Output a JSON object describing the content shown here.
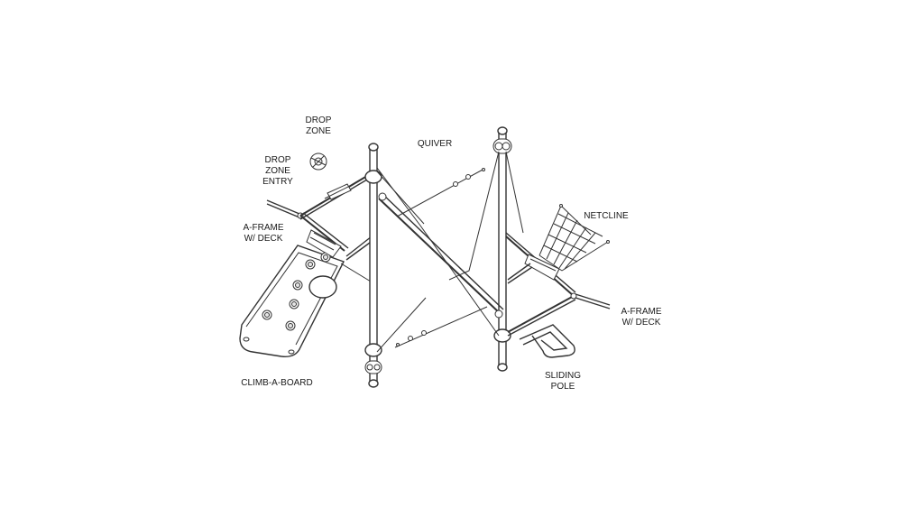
{
  "diagram": {
    "labels": {
      "drop_zone": [
        "DROP",
        "ZONE"
      ],
      "drop_zone_entry": [
        "DROP",
        "ZONE",
        "ENTRY"
      ],
      "quiver": [
        "QUIVER"
      ],
      "a_frame_left": [
        "A-FRAME",
        "W/ DECK"
      ],
      "netcline": [
        "NETCLINE"
      ],
      "a_frame_right": [
        "A-FRAME",
        "W/ DECK"
      ],
      "climb_a_board": [
        "CLIMB-A-BOARD"
      ],
      "sliding_pole": [
        "SLIDING",
        "POLE"
      ]
    }
  }
}
